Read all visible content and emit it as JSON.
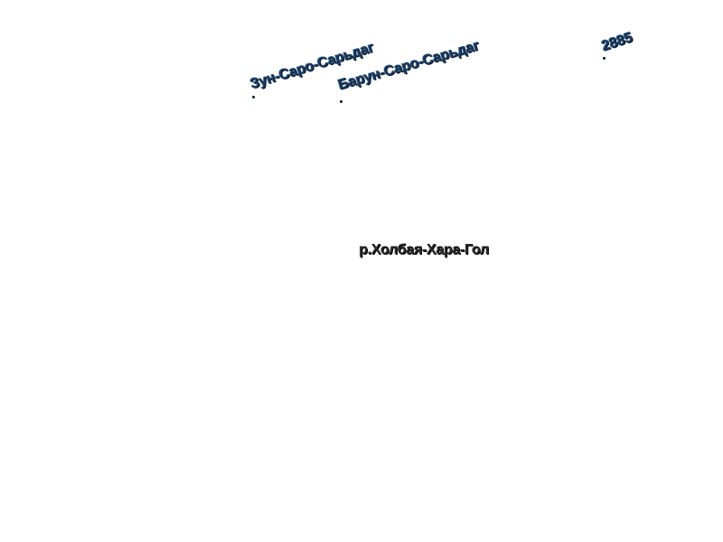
{
  "map": {
    "peaks": [
      {
        "name": "Зун-Саро-Сарьдаг"
      },
      {
        "name": "Барун-Саро-Сарьдаг"
      }
    ],
    "elevation_mark": {
      "value": "2885"
    },
    "river": {
      "name": "р.Холбая-Хара-Гол"
    },
    "colors": {
      "background": "#ffffff",
      "peak_label": "#1e3a5f",
      "river_label": "#2a2a2a",
      "point": "#0a1a2a"
    }
  }
}
